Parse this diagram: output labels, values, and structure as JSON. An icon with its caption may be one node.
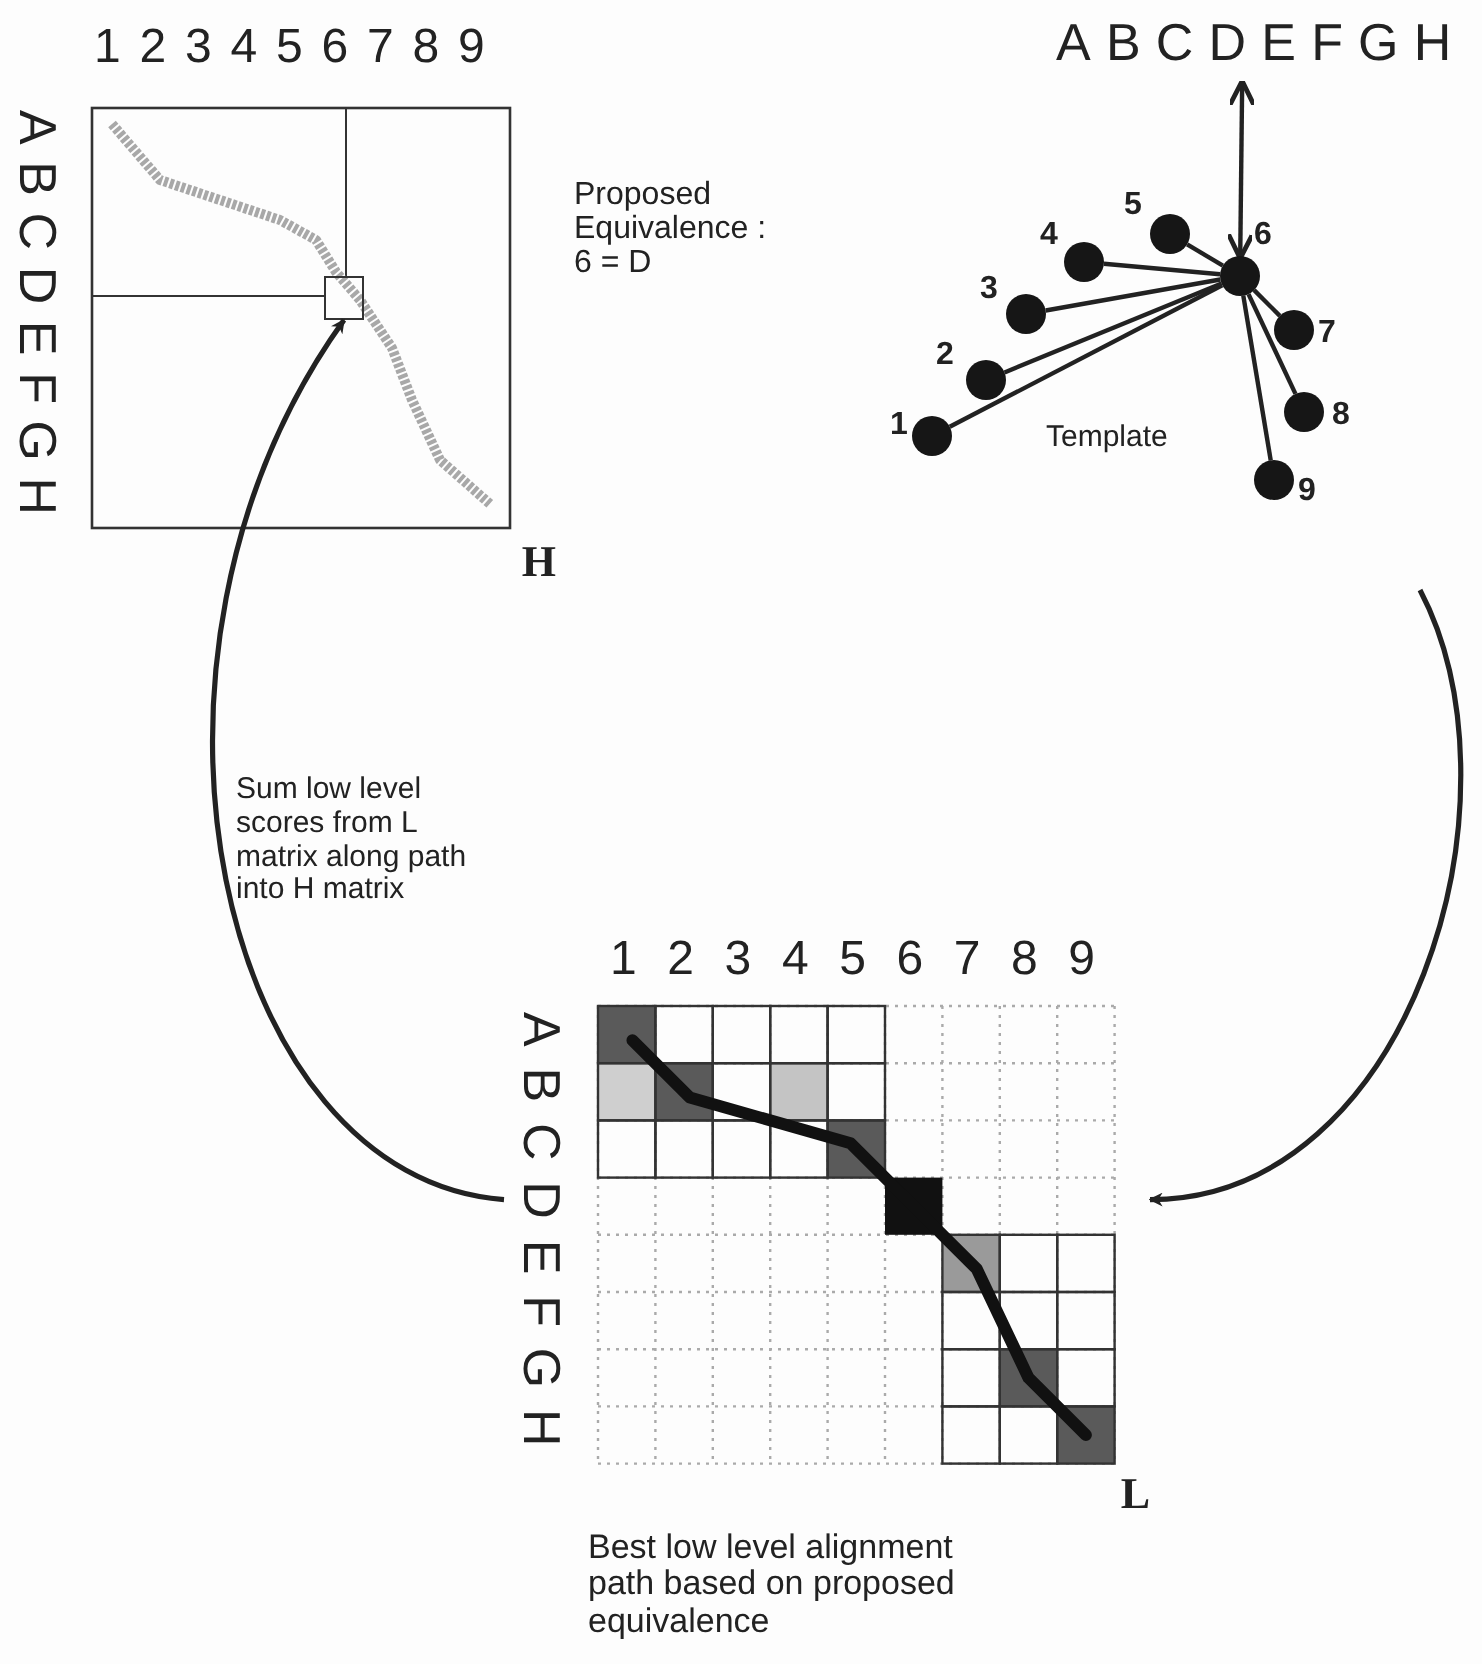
{
  "diagram": {
    "nodes": [
      {
        "text": [
          "H"
        ]
      },
      {
        "text": [],
        "shape": "box",
        "in": 0
      },
      {
        "text": [
          "ABCDEFGH"
        ]
      },
      {
        "text": [],
        "shape": "circle",
        "beside": [
          "1"
        ]
      },
      {
        "text": [],
        "shape": "circle",
        "beside": [
          "2"
        ]
      },
      {
        "text": [],
        "shape": "circle",
        "beside": [
          "3"
        ]
      },
      {
        "text": [],
        "shape": "circle",
        "beside": [
          "4"
        ]
      },
      {
        "text": [],
        "shape": "circle",
        "beside": [
          "5"
        ]
      },
      {
        "text": [],
        "shape": "circle",
        "beside": [
          "6"
        ]
      },
      {
        "text": [],
        "shape": "circle",
        "beside": [
          "7"
        ]
      },
      {
        "text": [],
        "shape": "circle",
        "beside": [
          "8"
        ]
      },
      {
        "text": [],
        "shape": "circle",
        "beside": [
          "9"
        ]
      },
      {
        "text": [
          "L"
        ]
      }
    ],
    "edges": [
      {
        "from": 12,
        "to": 1,
        "arrow": "to"
      },
      {
        "from": null,
        "to": 12,
        "arrow": "to"
      },
      {
        "from": 2,
        "to": 8,
        "arrow": "both"
      },
      {
        "from": 8,
        "to": 3,
        "arrow": "none"
      },
      {
        "from": 8,
        "to": 4,
        "arrow": "none"
      },
      {
        "from": 8,
        "to": 5,
        "arrow": "none"
      },
      {
        "from": 8,
        "to": 6,
        "arrow": "none"
      },
      {
        "from": 8,
        "to": 7,
        "arrow": "none"
      },
      {
        "from": 8,
        "to": 9,
        "arrow": "none"
      },
      {
        "from": 8,
        "to": 10,
        "arrow": "none"
      },
      {
        "from": 8,
        "to": 11,
        "arrow": "none"
      }
    ],
    "labels": [
      "123456789",
      "ABCDEFGH",
      "Proposed Equivalence : 6 = D",
      "Template",
      "Sum low level scores from L matrix along path into H matrix",
      "123456789",
      "ABCDEFGH",
      "Best low level alignment path based on proposed equivalence"
    ]
  }
}
